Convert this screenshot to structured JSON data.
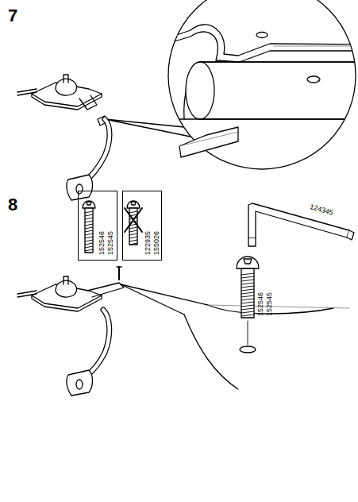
{
  "diagram": {
    "nodes": [
      {
        "text": [
          "152546",
          "152545"
        ]
      },
      {
        "text": [
          "122935",
          "155026"
        ]
      }
    ],
    "labels": [
      "7",
      "8",
      "152546",
      "152545",
      "124345"
    ]
  }
}
